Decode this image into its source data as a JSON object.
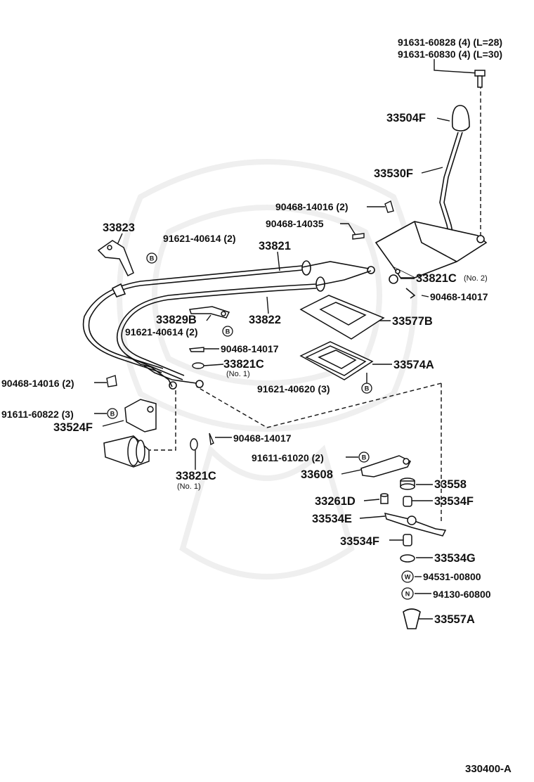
{
  "figure_code": "330400-A",
  "parts": {
    "bolt_a": "91631-60828 (4) (L=28)",
    "bolt_b": "91631-60830 (4) (L=30)",
    "knob": "33504F",
    "lever": "33530F",
    "clip_top": "90468-14016 (2)",
    "clip_mid": "90468-14035",
    "bracket_left": "33823",
    "bolt_left": "91621-40614 (2)",
    "cable_upper": "33821",
    "cable_lower": "33822",
    "retainer_no2": "33821C",
    "retainer_no2_note": "(No. 2)",
    "clip_right": "90468-14017",
    "bracket_small": "33829B",
    "bolt_small": "91621-40614 (2)",
    "plate": "33577B",
    "clip_center": "90468-14017",
    "retainer_no1_upper": "33821C",
    "retainer_no1_upper_note": "(No. 1)",
    "boot": "33574A",
    "clip_left": "90468-14016 (2)",
    "bolt_boot": "91621-40620 (3)",
    "bolt_bracket": "91611-60822 (3)",
    "cable_bracket": "33524F",
    "clip_lower": "90468-14017",
    "bolt_lever": "91611-61020 (2)",
    "retainer_no1_lower": "33821C",
    "retainer_no1_lower_note": "(No. 1)",
    "control_lever": "33608",
    "bushing_a": "33558",
    "pin": "33261D",
    "bushing_b": "33534F",
    "lever_sub": "33534E",
    "bushing_c": "33534F",
    "washer": "33534G",
    "washer_w": "94531-00800",
    "nut_n": "94130-60800",
    "knob_lower": "33557A"
  },
  "marker_glyphs": {
    "b": "B",
    "w": "W",
    "n": "N"
  }
}
